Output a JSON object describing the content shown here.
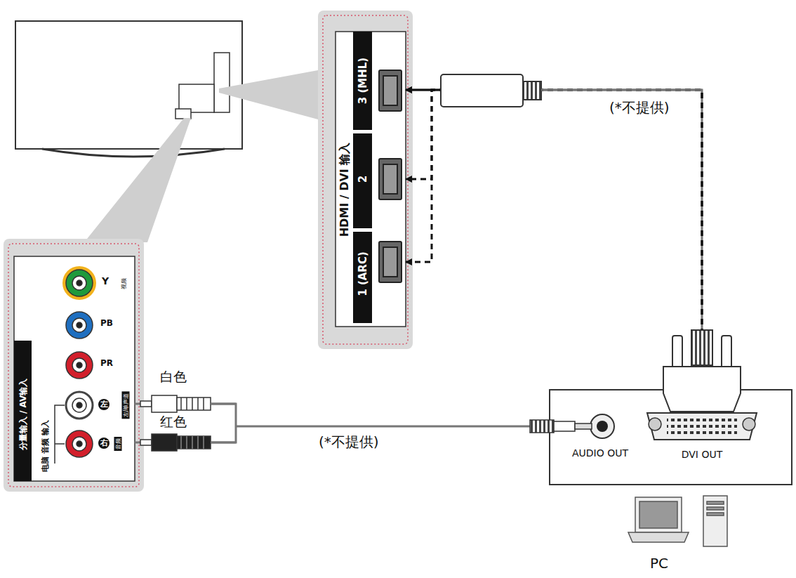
{
  "diagram": {
    "nodes": [
      {
        "text": [
          "HDMI / DVI 输入"
        ]
      },
      {
        "text": [
          "3 (MHL)"
        ],
        "in": 0
      },
      {
        "text": [
          "2"
        ],
        "in": 0
      },
      {
        "text": [
          "1 (ARC)"
        ],
        "in": 0
      },
      {
        "text": [
          "分量输入 / AV输入",
          "电脑 音频 输入"
        ]
      },
      {
        "text": [
          "AUDIO OUT"
        ]
      },
      {
        "text": [
          "DVI OUT"
        ]
      }
    ],
    "edges": [
      {
        "from": 6,
        "to": 1,
        "arrow": "to",
        "label": "(*不提供)"
      },
      {
        "from": 6,
        "to": 2,
        "arrow": "to"
      },
      {
        "from": 6,
        "to": 3,
        "arrow": "to"
      },
      {
        "from": 5,
        "to": 4,
        "arrow": "none",
        "label": "(*不提供)"
      }
    ],
    "labels": [
      "白色",
      "红色",
      "Y",
      "视频",
      "PB",
      "PR",
      "左",
      "右",
      "左/单声道",
      "音频",
      "PC"
    ]
  }
}
